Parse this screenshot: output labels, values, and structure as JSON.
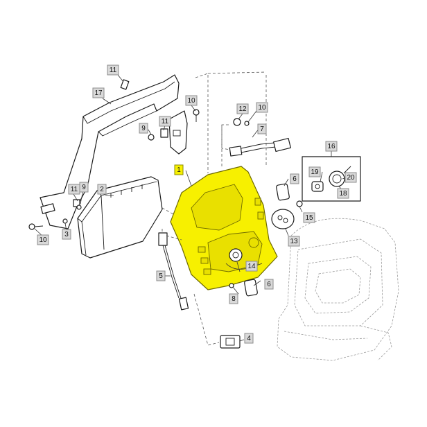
{
  "callouts": [
    {
      "label": "11",
      "highlight": false
    },
    {
      "label": "17",
      "highlight": false
    },
    {
      "label": "10",
      "highlight": false
    },
    {
      "label": "12",
      "highlight": false
    },
    {
      "label": "10",
      "highlight": false
    },
    {
      "label": "9",
      "highlight": false
    },
    {
      "label": "11",
      "highlight": false
    },
    {
      "label": "7",
      "highlight": false
    },
    {
      "label": "16",
      "highlight": false
    },
    {
      "label": "1",
      "highlight": true
    },
    {
      "label": "19",
      "highlight": false
    },
    {
      "label": "20",
      "highlight": false
    },
    {
      "label": "18",
      "highlight": false
    },
    {
      "label": "6",
      "highlight": false
    },
    {
      "label": "11",
      "highlight": false
    },
    {
      "label": "9",
      "highlight": false
    },
    {
      "label": "2",
      "highlight": false
    },
    {
      "label": "15",
      "highlight": false
    },
    {
      "label": "3",
      "highlight": false
    },
    {
      "label": "10",
      "highlight": false
    },
    {
      "label": "13",
      "highlight": false
    },
    {
      "label": "14",
      "highlight": false
    },
    {
      "label": "5",
      "highlight": false
    },
    {
      "label": "6",
      "highlight": false
    },
    {
      "label": "8",
      "highlight": false
    },
    {
      "label": "4",
      "highlight": false
    }
  ],
  "colors": {
    "highlight": "#f7f000",
    "callout_fill": "#d9d9d9",
    "line": "#1a1a1a"
  }
}
